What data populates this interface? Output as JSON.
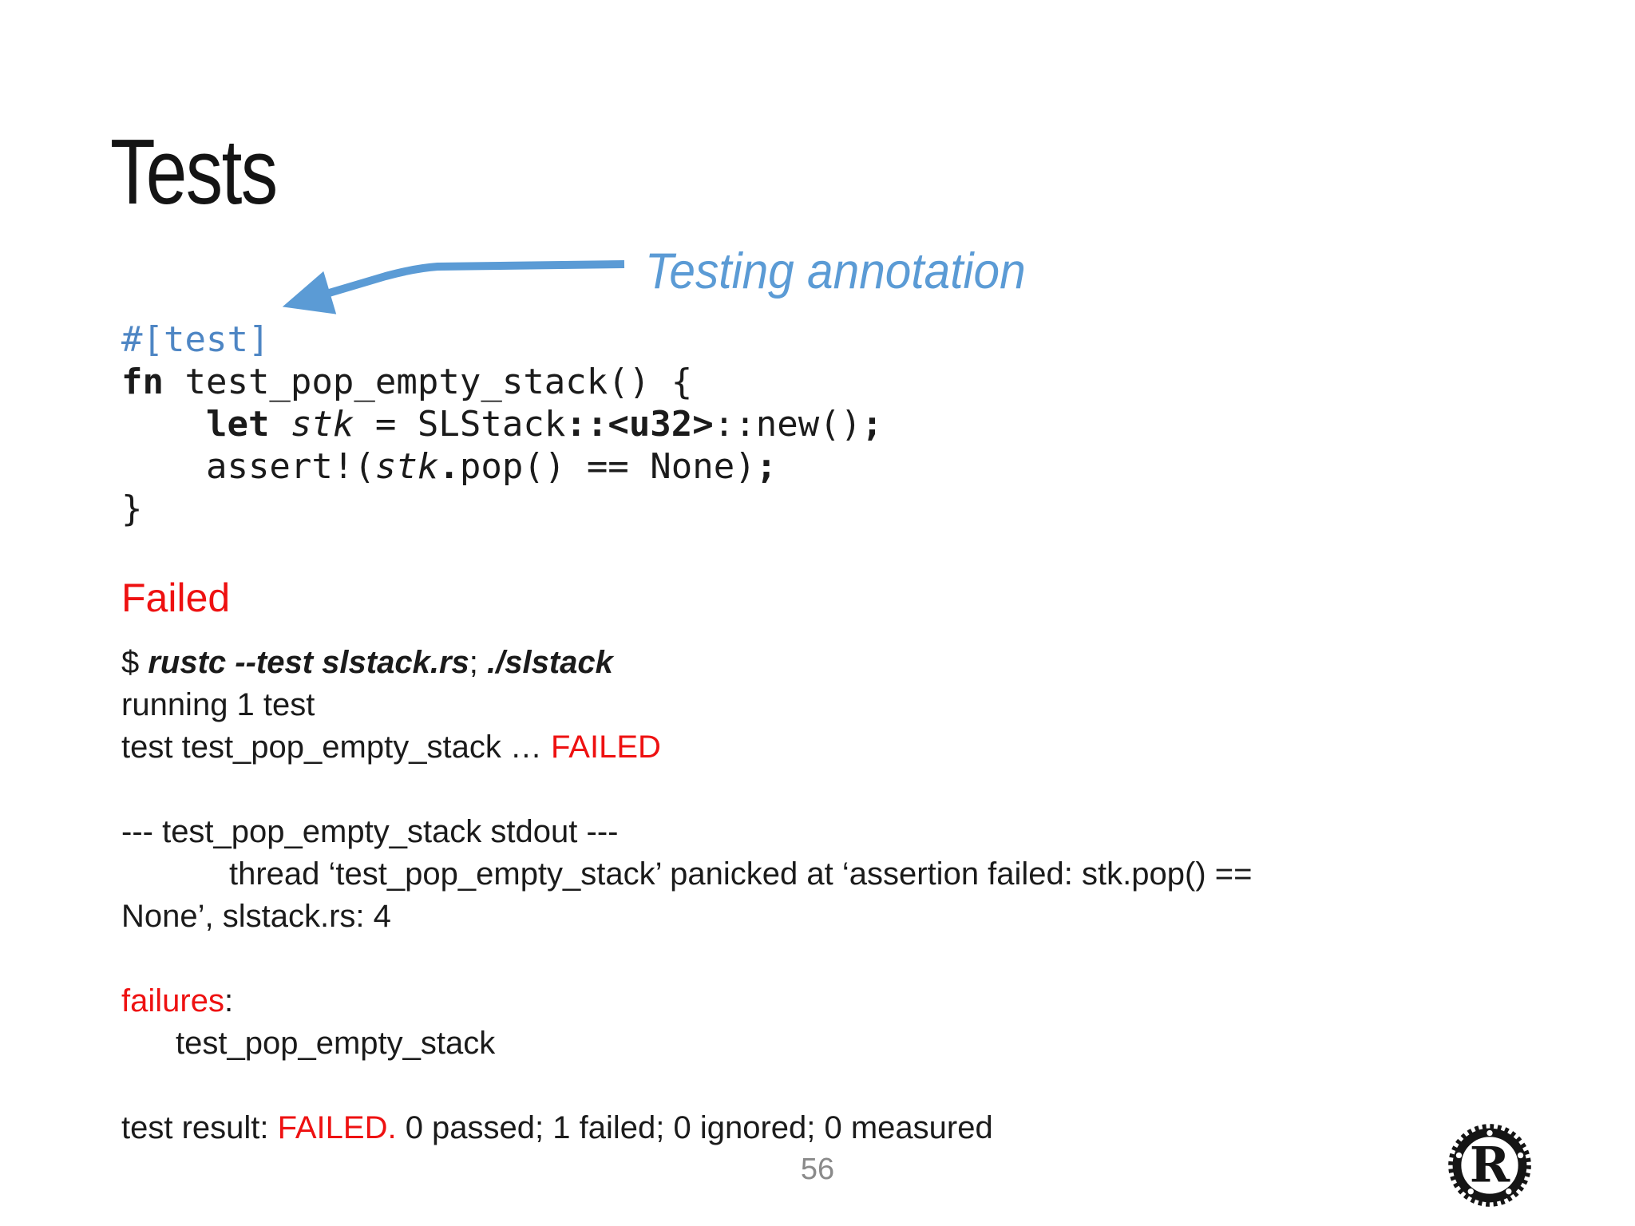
{
  "colors": {
    "blue": "#5b9bd5",
    "code_blue": "#4e86c4",
    "red": "#ee1111",
    "gray": "#8a8a8a",
    "text": "#1b1b1b"
  },
  "slide": {
    "title": "Tests",
    "page_number": "56"
  },
  "annotation": {
    "label": "Testing annotation",
    "arrow_icon": "curved-arrow-pointing-to-test-attribute"
  },
  "code": {
    "language": "rust",
    "lines": [
      [
        {
          "t": "#[test]",
          "c": "blue"
        }
      ],
      [
        {
          "t": "fn",
          "c": "bold"
        },
        {
          "t": " test_pop_empty_stack() {"
        }
      ],
      [
        {
          "t": "    "
        },
        {
          "t": "let",
          "c": "bold"
        },
        {
          "t": " "
        },
        {
          "t": "stk",
          "c": "italic"
        },
        {
          "t": " = SLStack"
        },
        {
          "t": "::<u32>",
          "c": "bold"
        },
        {
          "t": "::new()"
        },
        {
          "t": ";",
          "c": "bold"
        }
      ],
      [
        {
          "t": "    assert!("
        },
        {
          "t": "stk",
          "c": "italic"
        },
        {
          "t": ".",
          "c": "bold"
        },
        {
          "t": "pop() == None)"
        },
        {
          "t": ";",
          "c": "bold"
        }
      ],
      [
        {
          "t": "}"
        }
      ]
    ]
  },
  "failed_section": {
    "heading": "Failed"
  },
  "terminal": {
    "lines": [
      {
        "segments": [
          {
            "t": "$ "
          },
          {
            "t": "rustc --test slstack.rs",
            "c": "bi"
          },
          {
            "t": "; "
          },
          {
            "t": "./slstack",
            "c": "bi"
          }
        ]
      },
      {
        "segments": [
          {
            "t": "running 1 test"
          }
        ]
      },
      {
        "segments": [
          {
            "t": "test test_pop_empty_stack … "
          },
          {
            "t": "FAILED",
            "c": "red"
          }
        ]
      },
      {
        "segments": []
      },
      {
        "segments": [
          {
            "t": "--- test_pop_empty_stack stdout ---"
          }
        ]
      },
      {
        "indent": 135,
        "segments": [
          {
            "t": "thread ‘test_pop_empty_stack’ panicked at ‘assertion failed: stk.pop() =="
          }
        ]
      },
      {
        "segments": [
          {
            "t": "None’, slstack.rs: 4"
          }
        ]
      },
      {
        "segments": []
      },
      {
        "segments": [
          {
            "t": "failures",
            "c": "red"
          },
          {
            "t": ":"
          }
        ]
      },
      {
        "indent": 68,
        "segments": [
          {
            "t": "test_pop_empty_stack"
          }
        ]
      },
      {
        "segments": []
      },
      {
        "segments": [
          {
            "t": "test result: "
          },
          {
            "t": "FAILED.",
            "c": "red"
          },
          {
            "t": " 0 passed; 1 failed; 0 ignored; 0 measured"
          }
        ]
      }
    ]
  },
  "logo": {
    "name": "rust-logo"
  }
}
